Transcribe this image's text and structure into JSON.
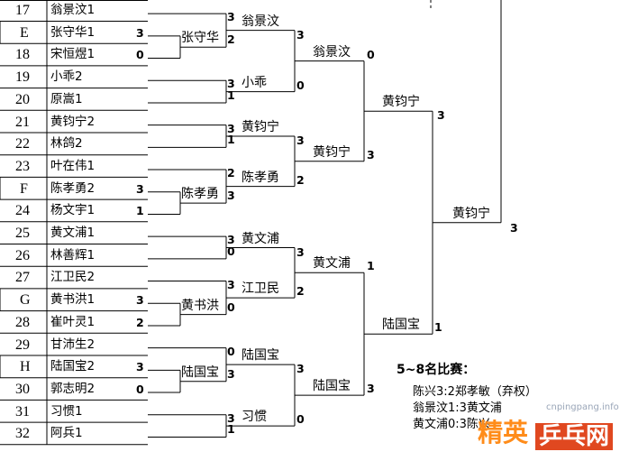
{
  "rows": [
    {
      "seed": "17",
      "name": "翁景汶1",
      "score": ""
    },
    {
      "seed": "E",
      "name": "张守华1",
      "score": "3"
    },
    {
      "seed": "18",
      "name": "宋恒煜1",
      "score": "0"
    },
    {
      "seed": "19",
      "name": "小乖2",
      "score": ""
    },
    {
      "seed": "20",
      "name": "原嵩1",
      "score": ""
    },
    {
      "seed": "21",
      "name": "黄钧宁2",
      "score": ""
    },
    {
      "seed": "22",
      "name": "林鸽2",
      "score": ""
    },
    {
      "seed": "23",
      "name": "叶在伟1",
      "score": ""
    },
    {
      "seed": "F",
      "name": "陈孝勇2",
      "score": "3"
    },
    {
      "seed": "24",
      "name": "杨文宇1",
      "score": "1"
    },
    {
      "seed": "25",
      "name": "黄文浦1",
      "score": ""
    },
    {
      "seed": "26",
      "name": "林善辉1",
      "score": ""
    },
    {
      "seed": "27",
      "name": "江卫民2",
      "score": ""
    },
    {
      "seed": "G",
      "name": "黄书洪1",
      "score": "3"
    },
    {
      "seed": "28",
      "name": "崔叶灵1",
      "score": "2"
    },
    {
      "seed": "29",
      "name": "甘沛生2",
      "score": ""
    },
    {
      "seed": "H",
      "name": "陆国宝2",
      "score": "3"
    },
    {
      "seed": "30",
      "name": "郭志明2",
      "score": "0"
    },
    {
      "seed": "31",
      "name": "习惯1",
      "score": ""
    },
    {
      "seed": "32",
      "name": "阿兵1",
      "score": ""
    }
  ],
  "prelim": [
    {
      "winner": "张守华",
      "score_top": "3",
      "score_bottom": "2"
    },
    {
      "winner": "陈孝勇",
      "score_top": "2",
      "score_bottom": "3"
    },
    {
      "winner": "黄书洪",
      "score_top": "3",
      "score_bottom": "0"
    },
    {
      "winner": "陆国宝",
      "score_top": "0",
      "score_bottom": "3"
    }
  ],
  "round1": [
    {
      "winner": "翁景汶",
      "score_top": "3",
      "score_bottom": "2"
    },
    {
      "winner": "小乖",
      "score_top": "3",
      "score_bottom": "1"
    },
    {
      "winner": "黄钧宁",
      "score_top": "3",
      "score_bottom": "1"
    },
    {
      "winner": "陈孝勇",
      "score_top": "2",
      "score_bottom": "3"
    },
    {
      "winner": "黄文浦",
      "score_top": "3",
      "score_bottom": "0"
    },
    {
      "winner": "江卫民",
      "score_top": "3",
      "score_bottom": "0"
    },
    {
      "winner": "陆国宝",
      "score_top": "0",
      "score_bottom": "3"
    },
    {
      "winner": "习惯",
      "score_top": "3",
      "score_bottom": "1"
    }
  ],
  "round2": [
    {
      "winner": "翁景汶",
      "score_top": "3",
      "score_bottom": "0"
    },
    {
      "winner": "黄钧宁",
      "score_top": "3",
      "score_bottom": "2"
    },
    {
      "winner": "黄文浦",
      "score_top": "3",
      "score_bottom": "2"
    },
    {
      "winner": "陆国宝",
      "score_top": "3",
      "score_bottom": "0"
    }
  ],
  "round3": [
    {
      "winner": "黄钧宁",
      "score_top": "0",
      "score_bottom": "3"
    },
    {
      "winner": "陆国宝",
      "score_top": "1",
      "score_bottom": "3"
    }
  ],
  "round4": {
    "winner": "黄钧宁",
    "score_top": "3",
    "score_bottom": "1"
  },
  "final_score": "3",
  "placement": {
    "title": "5~8名比赛：",
    "lines": [
      "陈兴3:2郑孝敏（弃权）",
      "翁景汶1:3黄文浦",
      "黄文浦0:3陈兴"
    ]
  },
  "watermark": {
    "site": "cnpingpang.info",
    "brand_a": "精英",
    "brand_b": "乒乓网"
  }
}
